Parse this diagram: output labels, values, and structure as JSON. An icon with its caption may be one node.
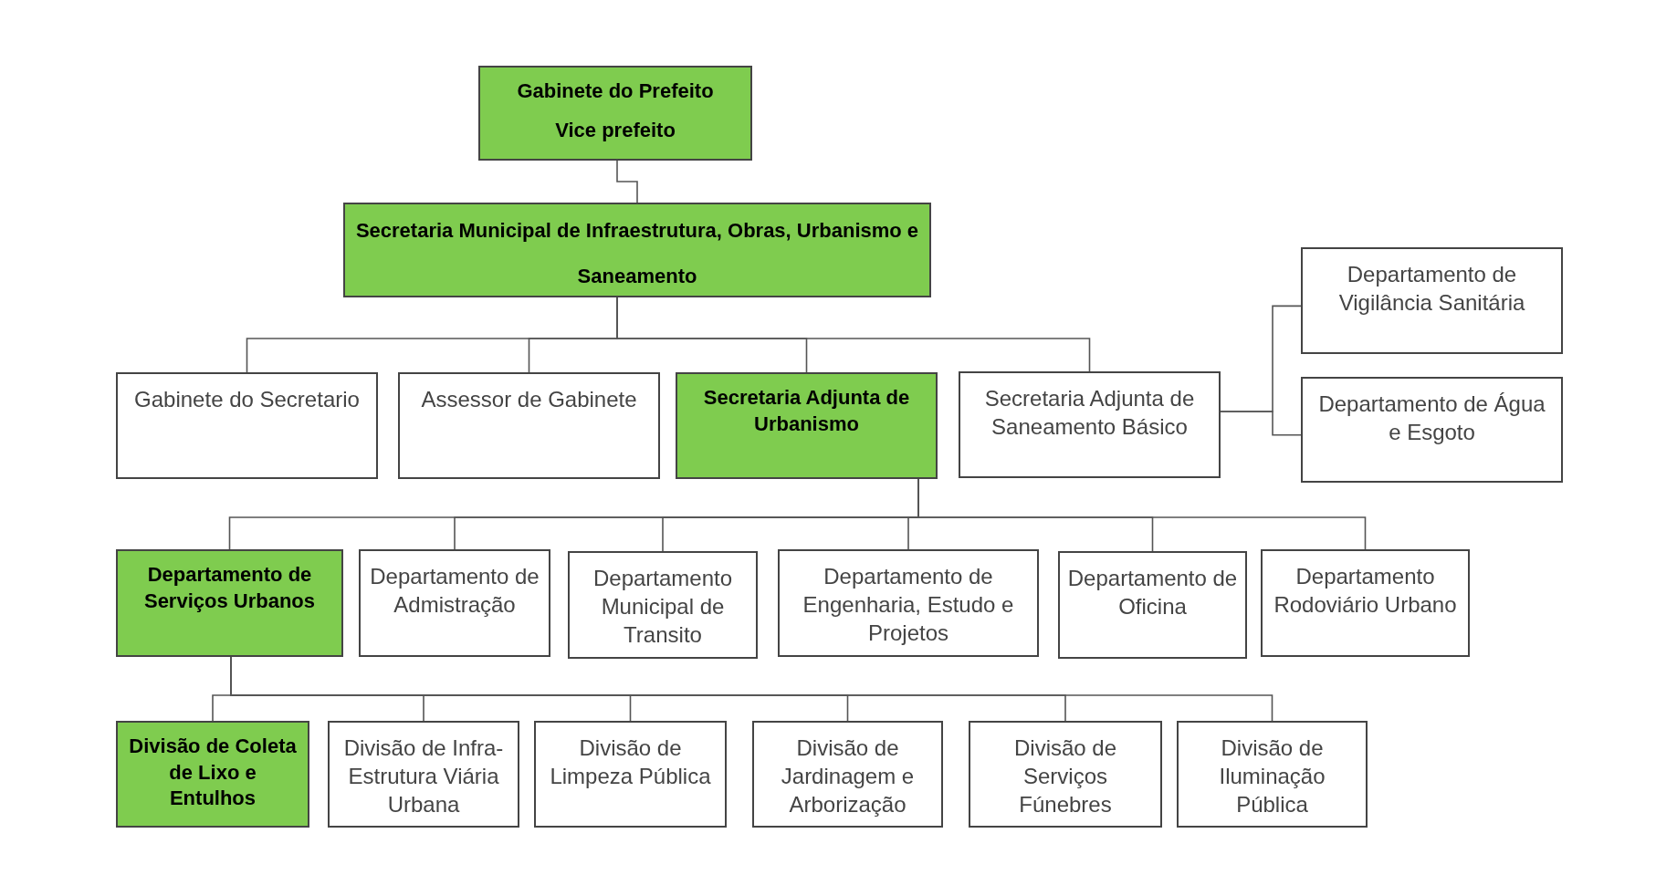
{
  "diagram": {
    "nodes": [
      {
        "text": [
          "Gabinete do Prefeito",
          "Vice prefeito"
        ]
      },
      {
        "text": [
          "Secretaria Municipal de Infraestrutura, Obras, Urbanismo e Saneamento"
        ]
      },
      {
        "text": [
          "Gabinete do Secretario"
        ]
      },
      {
        "text": [
          "Assessor de Gabinete"
        ]
      },
      {
        "text": [
          "Secretaria Adjunta de Urbanismo"
        ]
      },
      {
        "text": [
          "Secretaria Adjunta de Saneamento Básico"
        ]
      },
      {
        "text": [
          "Departamento de Vigilância Sanitária"
        ]
      },
      {
        "text": [
          "Departamento de Água e Esgoto"
        ]
      },
      {
        "text": [
          "Departamento de Serviços Urbanos"
        ]
      },
      {
        "text": [
          "Departamento de Admistração"
        ]
      },
      {
        "text": [
          "Departamento Municipal de Transito"
        ]
      },
      {
        "text": [
          "Departamento de Engenharia, Estudo e Projetos"
        ]
      },
      {
        "text": [
          "Departamento de Oficina"
        ]
      },
      {
        "text": [
          "Departamento Rodoviário Urbano"
        ]
      },
      {
        "text": [
          "Divisão de Coleta de Lixo e Entulhos"
        ]
      },
      {
        "text": [
          "Divisão de Infra-Estrutura Viária Urbana"
        ]
      },
      {
        "text": [
          "Divisão de Limpeza Pública"
        ]
      },
      {
        "text": [
          "Divisão de Jardinagem e Arborização"
        ]
      },
      {
        "text": [
          "Divisão de Serviços Fúnebres"
        ]
      },
      {
        "text": [
          "Divisão de Iluminação Pública"
        ]
      }
    ],
    "edges": [
      {
        "from": 0,
        "to": 1,
        "arrow": "none"
      },
      {
        "from": 1,
        "to": 2,
        "arrow": "none"
      },
      {
        "from": 1,
        "to": 3,
        "arrow": "none"
      },
      {
        "from": 1,
        "to": 4,
        "arrow": "none"
      },
      {
        "from": 1,
        "to": 5,
        "arrow": "none"
      },
      {
        "from": 5,
        "to": 6,
        "arrow": "none"
      },
      {
        "from": 5,
        "to": 7,
        "arrow": "none"
      },
      {
        "from": 4,
        "to": 8,
        "arrow": "none"
      },
      {
        "from": 4,
        "to": 9,
        "arrow": "none"
      },
      {
        "from": 4,
        "to": 10,
        "arrow": "none"
      },
      {
        "from": 4,
        "to": 11,
        "arrow": "none"
      },
      {
        "from": 4,
        "to": 12,
        "arrow": "none"
      },
      {
        "from": 4,
        "to": 13,
        "arrow": "none"
      },
      {
        "from": 8,
        "to": 14,
        "arrow": "none"
      },
      {
        "from": 8,
        "to": 15,
        "arrow": "none"
      },
      {
        "from": 8,
        "to": 16,
        "arrow": "none"
      },
      {
        "from": 8,
        "to": 17,
        "arrow": "none"
      },
      {
        "from": 8,
        "to": 18,
        "arrow": "none"
      },
      {
        "from": 8,
        "to": 19,
        "arrow": "none"
      }
    ]
  }
}
